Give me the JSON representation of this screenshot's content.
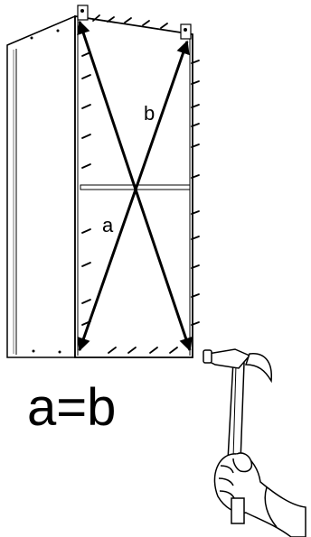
{
  "labels": {
    "diagonal_a": "a",
    "diagonal_b": "b",
    "equation": "a=b"
  },
  "icons": {
    "cabinet": "cabinet-frame-icon",
    "hammer": "hammer-icon",
    "hand": "hand-icon"
  },
  "colors": {
    "ink": "#000000",
    "paper": "#ffffff",
    "panel_edge": "#bdbdbd"
  }
}
